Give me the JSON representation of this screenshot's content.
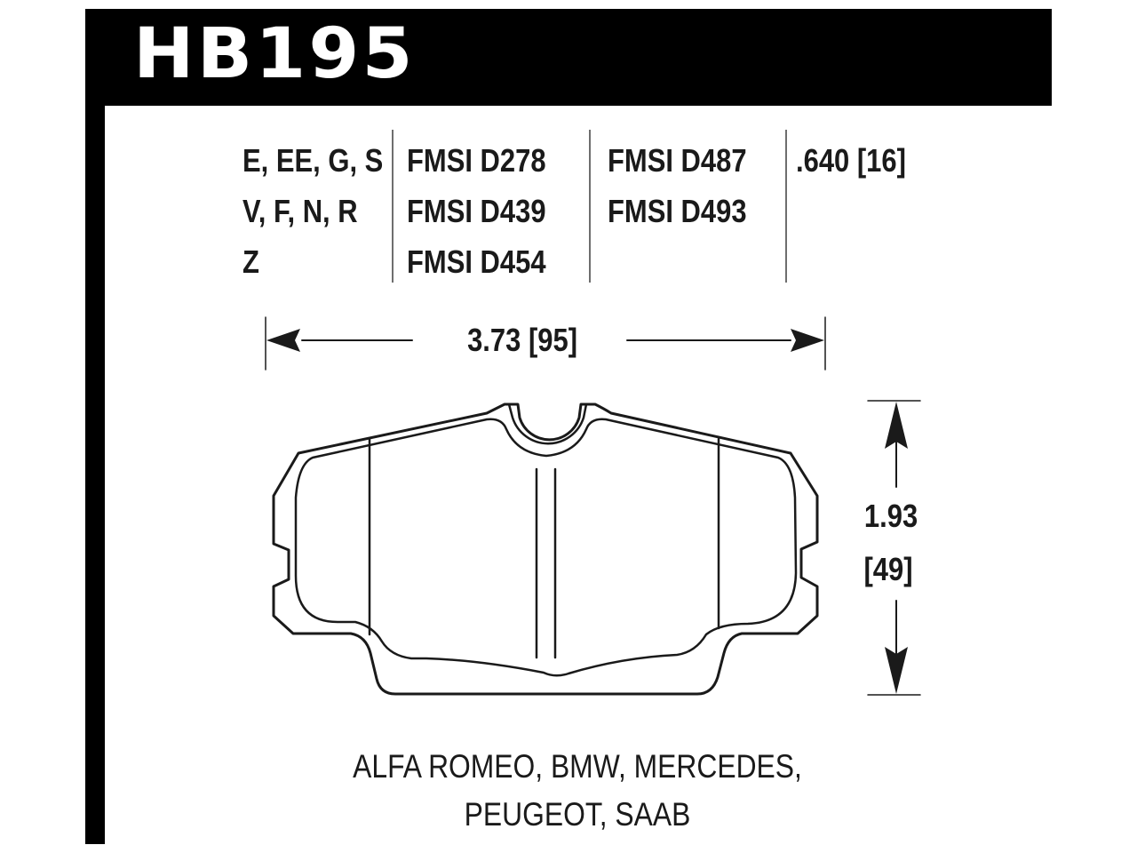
{
  "header": {
    "part_number": "HB195"
  },
  "specs": {
    "compounds": [
      "E, EE, G, S",
      "V, F, N, R",
      "Z"
    ],
    "fmsi_col1": [
      "FMSI D278",
      "FMSI D439",
      "FMSI D454"
    ],
    "fmsi_col2": [
      "FMSI D487",
      "FMSI D493"
    ],
    "thickness": ".640 [16]"
  },
  "dimensions": {
    "width_label": "3.73 [95]",
    "height_label_in": "1.93",
    "height_label_mm": "[49]"
  },
  "applications": {
    "line1": "ALFA ROMEO, BMW, MERCEDES,",
    "line2": "PEUGEOT, SAAB"
  },
  "colors": {
    "ink": "#1a1a1a",
    "header_bg": "#000000",
    "divider": "#6e6e6e"
  }
}
